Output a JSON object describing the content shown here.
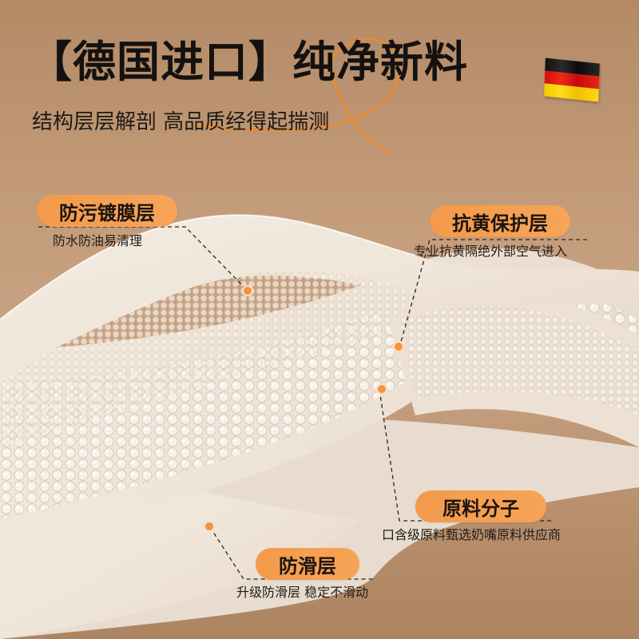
{
  "headline": "【德国进口】纯净新料",
  "subheadline": "结构层层解剖 高品质经得起揣测",
  "flag": {
    "country": "Germany",
    "icon": "germany-flag-icon",
    "colors": [
      "#111111",
      "#dd1111",
      "#ffcc00"
    ]
  },
  "accent_color": "#f59d4e",
  "callouts": [
    {
      "title": "防污镀膜层",
      "description": "防水防油易清理"
    },
    {
      "title": "抗黄保护层",
      "description": "专业抗黄隔绝外部空气进入"
    },
    {
      "title": "原料分子",
      "description": "口含级原料甄选奶嘴原料供应商"
    },
    {
      "title": "防滑层",
      "description": "升级防滑层 稳定不滑动"
    }
  ]
}
